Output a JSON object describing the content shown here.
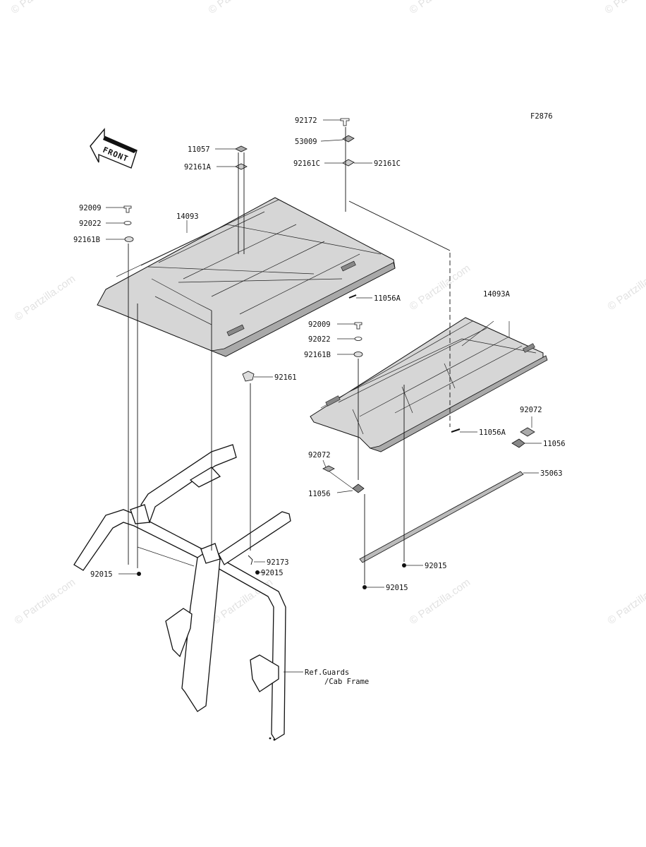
{
  "figure_code": "F2876",
  "front_arrow_label": "FRONT",
  "watermark": "© Partzilla.com",
  "callouts": {
    "c92172": "92172",
    "c53009": "53009",
    "c92161C_left": "92161C",
    "c92161C_right": "92161C",
    "c11057": "11057",
    "c92161A": "92161A",
    "c92009_top": "92009",
    "c92022_top": "92022",
    "c92161B_top": "92161B",
    "c14093": "14093",
    "c11056A_top": "11056A",
    "c14093A": "14093A",
    "c92009_mid": "92009",
    "c92022_mid": "92022",
    "c92161B_mid": "92161B",
    "c92161": "92161",
    "c92072_right": "92072",
    "c11056A_low": "11056A",
    "c11056_right": "11056",
    "c92072_left": "92072",
    "c35063": "35063",
    "c11056_left": "11056",
    "c92173": "92173",
    "c92015_mid": "92015",
    "c92015_left": "92015",
    "c92015_right": "92015",
    "c92015_bottom": "92015",
    "ref_line1": "Ref.Guards",
    "ref_line2": "/Cab Frame"
  }
}
